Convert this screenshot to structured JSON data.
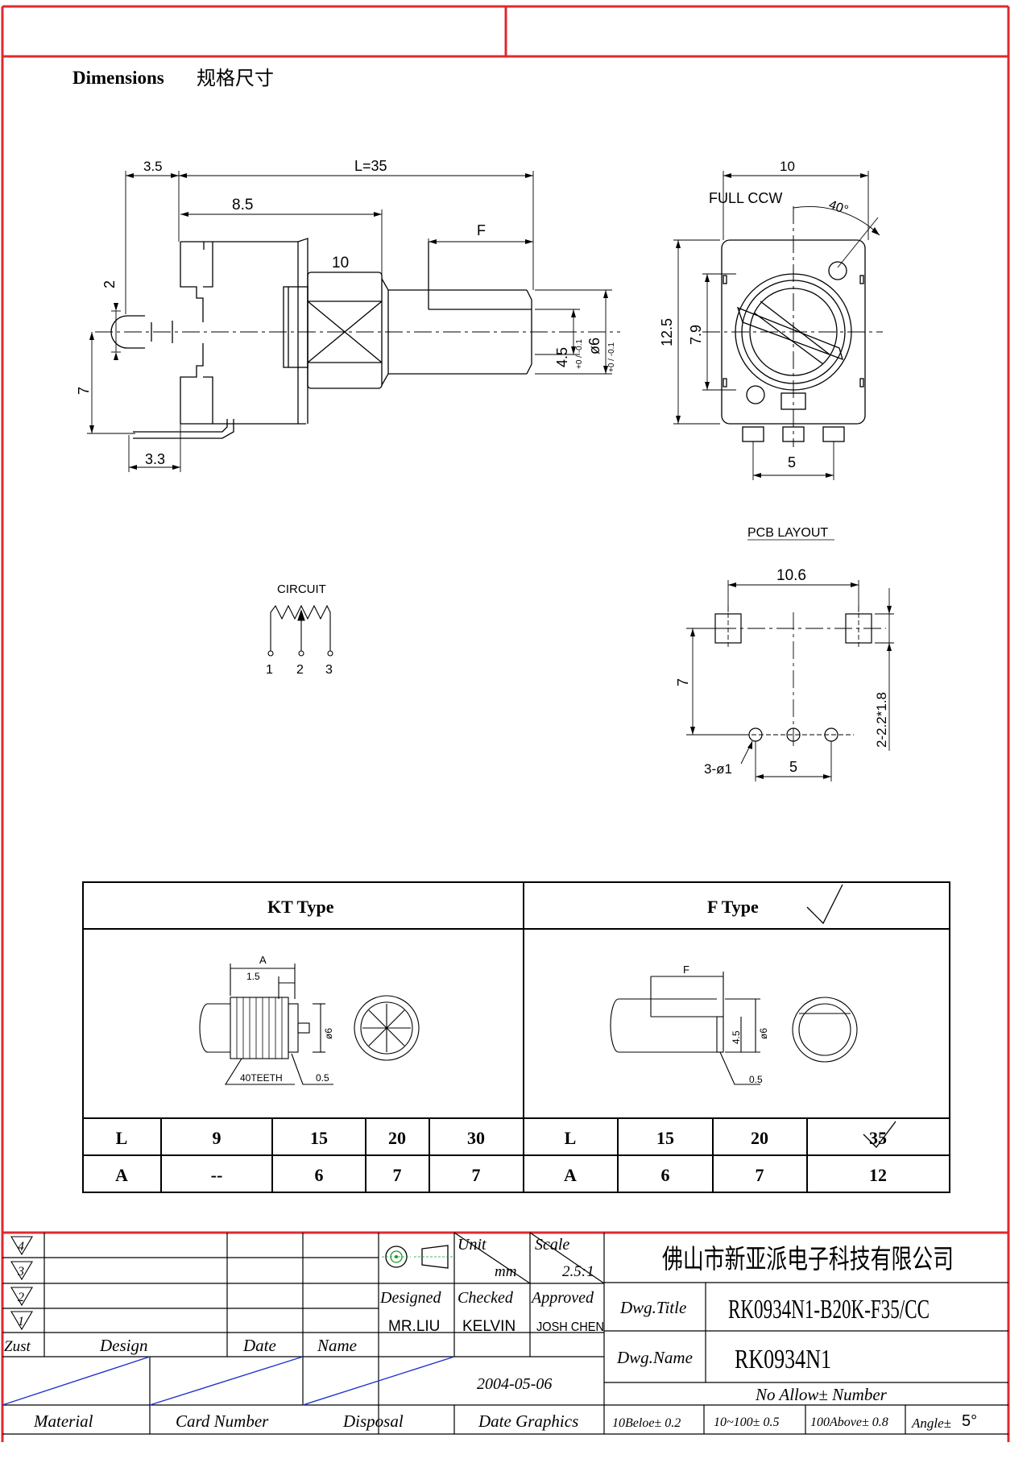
{
  "header": {
    "section_title": "Dimensions",
    "section_title_cn": "规格尺寸"
  },
  "side_view": {
    "dims": {
      "d3_5": "3.5",
      "L": "L=35",
      "d8_5": "8.5",
      "F": "F",
      "d10": "10",
      "d2": "2",
      "d7": "7",
      "d3_3": "3.3",
      "d4_5": "4.5",
      "d4_5_tol": "+0 / -0.1",
      "d6": "ø6",
      "d6_tol": "+0 / -0.1"
    }
  },
  "front_view": {
    "dims": {
      "width": "10",
      "full_ccw": "FULL CCW",
      "angle": "40°",
      "height": "12.5",
      "inner": "7.9",
      "pins": "5"
    }
  },
  "circuit": {
    "title": "CIRCUIT",
    "pins": [
      "1",
      "2",
      "3"
    ]
  },
  "pcb_layout": {
    "title": "PCB LAYOUT",
    "dims": {
      "width": "10.6",
      "height": "7",
      "slot": "2-2.2*1.8",
      "holes": "3-ø1",
      "pitch": "5"
    }
  },
  "type_table": {
    "kt_type": {
      "title": "KT Type",
      "drawing_labels": {
        "A": "A",
        "d1_5": "1.5",
        "d6": "ø6",
        "teeth": "40TEETH",
        "d0_5": "0.5"
      },
      "L_label": "L",
      "L_values": [
        "9",
        "15",
        "20",
        "30"
      ],
      "A_label": "A",
      "A_values": [
        "--",
        "6",
        "7",
        "7"
      ]
    },
    "f_type": {
      "title": "F Type",
      "drawing_labels": {
        "F": "F",
        "d4_5": "4.5",
        "d6": "ø6",
        "d0_5": "0.5"
      },
      "L_label": "L",
      "L_values": [
        "15",
        "20",
        "35"
      ],
      "A_label": "A",
      "A_values": [
        "6",
        "7",
        "12"
      ]
    }
  },
  "title_block": {
    "revisions": [
      "4",
      "3",
      "2",
      "1"
    ],
    "zust": "Zust",
    "design": "Design",
    "date": "Date",
    "name": "Name",
    "unit_label": "Unit",
    "unit_value": "mm",
    "scale_label": "Scale",
    "scale_value": "2.5:1",
    "designed_label": "Designed",
    "checked_label": "Checked",
    "approved_label": "Approved",
    "designed_by": "MR.LIU",
    "checked_by": "KELVIN",
    "approved_by": "JOSH CHEN",
    "date_value": "2004-05-06",
    "company": "佛山市新亚派电子科技有限公司",
    "dwg_title_label": "Dwg.Title",
    "dwg_title": "RK0934N1-B20K-F35/CC",
    "dwg_name_label": "Dwg.Name",
    "dwg_name": "RK0934N1",
    "no_allow": "No Allow± Number",
    "material": "Material",
    "card_number": "Card Number",
    "disposal": "Disposal",
    "date_graphics": "Date Graphics",
    "tol_below10": "10Beloe± 0.2",
    "tol_10_100": "10~100± 0.5",
    "tol_above100": "100Above± 0.8",
    "angle_label": "Angle±",
    "angle_value": "5°"
  },
  "colors": {
    "frame": "#e0282f",
    "blue_stroke": "#2233cc",
    "green_symbol": "#1a9a2a"
  }
}
